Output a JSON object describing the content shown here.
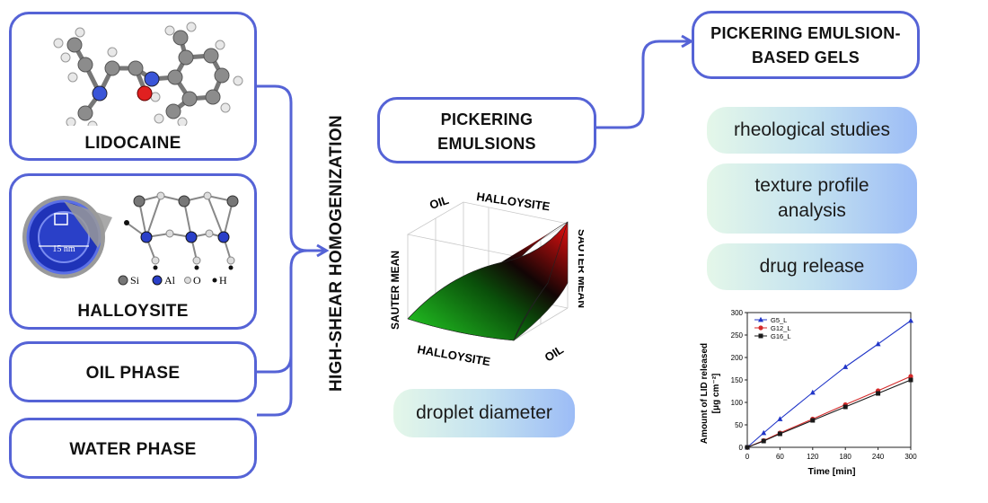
{
  "inputs": {
    "lidocaine": "LIDOCAINE",
    "halloysite": "HALLOYSITE",
    "oil_phase": "OIL PHASE",
    "water_phase": "WATER PHASE"
  },
  "halloysite_figure": {
    "scale": "15 nm",
    "legend": [
      "Si",
      "Al",
      "O",
      "H"
    ]
  },
  "process": "HIGH-SHEAR HOMOGENIZATION",
  "pickering_emulsions": "PICKERING\nEMULSIONS",
  "surface_plot": {
    "axis_oil_top": "OIL",
    "axis_halloysite_top": "HALLOYSITE",
    "axis_sauter_left": "SAUTER MEAN",
    "axis_sauter_right": "SAUTER MEAN",
    "axis_halloysite_bottom": "HALLOYSITE",
    "axis_oil_bottom": "OIL"
  },
  "droplet_diameter": "droplet diameter",
  "gels": "PICKERING EMULSION-\nBASED GELS",
  "studies": {
    "rheological": "rheological studies",
    "texture": "texture profile\nanalysis",
    "drug_release": "drug release"
  },
  "chart_data": {
    "type": "line",
    "xlabel": "Time [min]",
    "ylabel_line1": "Amount of LID released",
    "ylabel_line2": "[μg cm⁻²]",
    "xlim": [
      0,
      300
    ],
    "ylim": [
      0,
      300
    ],
    "xticks": [
      0,
      60,
      120,
      180,
      240,
      300
    ],
    "yticks": [
      0,
      50,
      100,
      150,
      200,
      250,
      300
    ],
    "legend_position": "top-left",
    "series": [
      {
        "name": "G5_L",
        "color": "#2035c8",
        "marker": "triangle",
        "x": [
          0,
          30,
          60,
          120,
          180,
          240,
          300
        ],
        "y": [
          0,
          32,
          63,
          122,
          179,
          230,
          282
        ]
      },
      {
        "name": "G12_L",
        "color": "#d42a2a",
        "marker": "circle",
        "x": [
          0,
          30,
          60,
          120,
          180,
          240,
          300
        ],
        "y": [
          0,
          15,
          32,
          63,
          95,
          126,
          158
        ]
      },
      {
        "name": "G16_L",
        "color": "#1a1a1a",
        "marker": "square",
        "x": [
          0,
          30,
          60,
          120,
          180,
          240,
          300
        ],
        "y": [
          0,
          14,
          30,
          60,
          90,
          120,
          150
        ]
      }
    ]
  }
}
